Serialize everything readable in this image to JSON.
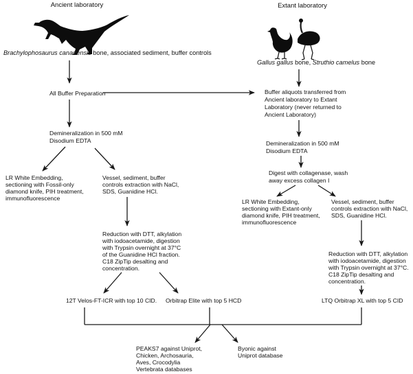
{
  "labs": {
    "ancient": {
      "title": "Ancient laboratory"
    },
    "extant": {
      "title": "Extant laboratory"
    }
  },
  "ancient_samples": {
    "species": "Brachylophosaurus canadensis",
    "rest": " bone, associated sediment, buffer controls"
  },
  "extant_samples": {
    "species1": "Gallus gallus",
    "mid": " bone, ",
    "species2": "Struthio camelus",
    "rest": " bone"
  },
  "ancient_flow": {
    "buffer_prep": "All Buffer Preparation",
    "demineralization": [
      "Demineralization in 500 mM",
      "Disodium EDTA"
    ],
    "lr_white": [
      "LR White Embedding,",
      "sectioning with Fossil-only",
      "diamond knife, PIH treatment,",
      "immunofluorescence"
    ],
    "vessel": [
      "Vessel, sediment, buffer",
      "controls extraction with NaCl,",
      "SDS, Guanidine HCl."
    ],
    "reduction": [
      "Reduction with DTT, alkylation",
      "with iodoacetamide, digestion",
      "with Trypsin overnight at 37°C",
      "of the Guanidine HCl fraction.",
      "C18 ZipTip desalting and",
      "concentration."
    ],
    "ms1": "12T Velos-FT-ICR with top 10 CID.",
    "ms2": "Orbitrap Elite with top 5 HCD"
  },
  "extant_flow": {
    "aliquots": [
      "Buffer aliquots transferred from",
      "Ancient laboratory to Extant",
      "Laboratory (never returned to",
      "Ancient Laboratory)"
    ],
    "demineralization": [
      "Demineralization in 500 mM",
      "Disodium EDTA"
    ],
    "collagenase": [
      "Digest with collagenase, wash",
      "away excess collagen I"
    ],
    "lr_white": [
      "LR White Embedding,",
      "sectioning with Extant-only",
      "diamond knife, PIH treatment,",
      "immunofluorescence"
    ],
    "vessel": [
      "Vessel, sediment, buffer",
      "controls extraction with NaCl,",
      "SDS, Guanidine HCl."
    ],
    "reduction": [
      "Reduction with DTT, alkylation",
      "with iodoacetamide, digestion",
      "with Trypsin overnight at 37°C.",
      "C18 ZipTip desalting and",
      "concentration."
    ],
    "ms": "LTQ Orbitrap XL with top 5 CID"
  },
  "analysis": {
    "peaks": [
      "PEAKS7 against Uniprot,",
      "Chicken, Archosauria,",
      "Aves, Crocodylia",
      "Vertebrata databases"
    ],
    "byonic": [
      "Byonic against",
      "Uniprot database"
    ]
  },
  "icons": [
    "dinosaur-silhouette-icon",
    "chicken-silhouette-icon",
    "ostrich-silhouette-icon"
  ]
}
